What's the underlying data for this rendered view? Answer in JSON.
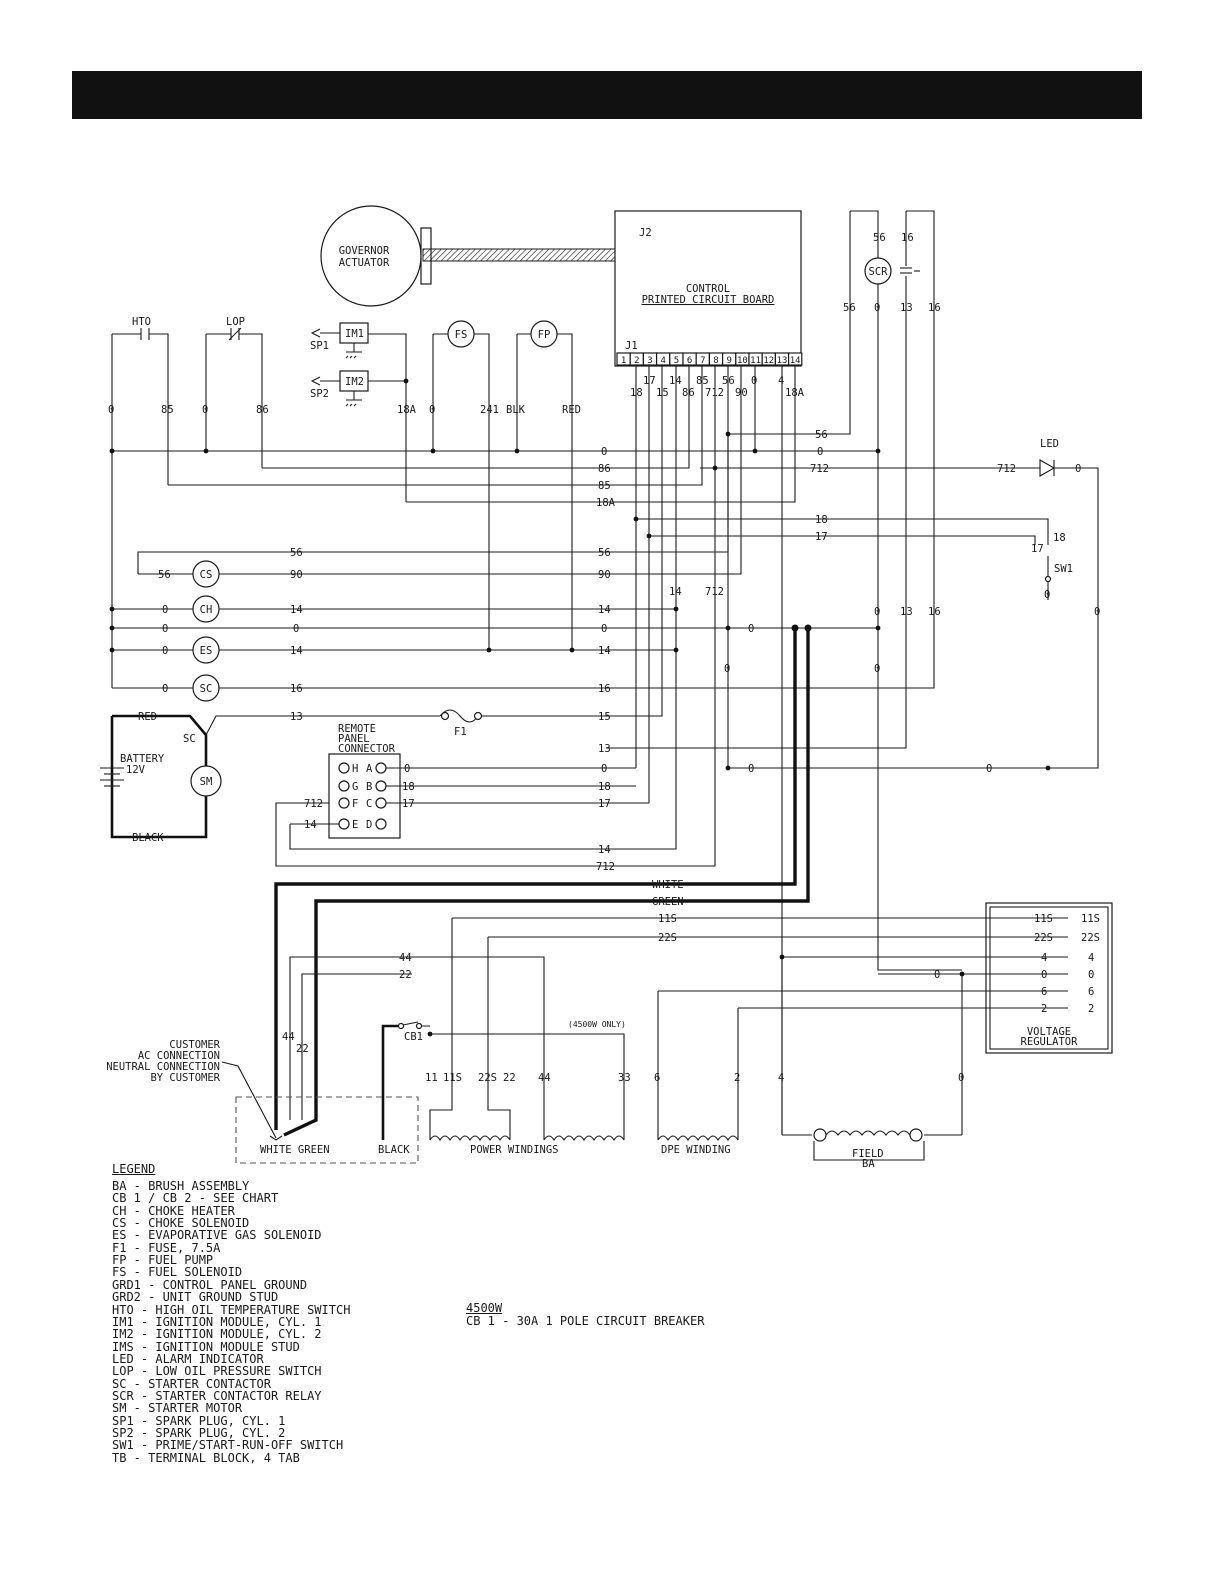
{
  "components": {
    "governor_actuator": [
      "GOVERNOR",
      "ACTUATOR"
    ],
    "control_board": [
      "CONTROL",
      "PRINTED CIRCUIT BOARD"
    ],
    "j1": "J1",
    "j2": "J2",
    "j1_pins": [
      "1",
      "2",
      "3",
      "4",
      "5",
      "6",
      "7",
      "8",
      "9",
      "10",
      "11",
      "12",
      "13",
      "14"
    ],
    "hto": "HTO",
    "lop": "LOP",
    "im1": "IM1",
    "im2": "IM2",
    "sp1": "SP1",
    "sp2": "SP2",
    "fs": "FS",
    "fp": "FP",
    "scr": "SCR",
    "led": "LED",
    "sw1": "SW1",
    "cs": "CS",
    "ch": "CH",
    "es": "ES",
    "sc": "SC",
    "sm": "SM",
    "battery": [
      "BATTERY",
      "12V"
    ],
    "f1": "F1",
    "remote_panel": [
      "REMOTE",
      "PANEL",
      "CONNECTOR"
    ],
    "remote_pins": [
      "H",
      "A",
      "G",
      "B",
      "F",
      "C",
      "E",
      "D"
    ],
    "voltage_regulator": [
      "VOLTAGE",
      "REGULATOR"
    ],
    "cb1": "CB1",
    "only_4500w": "(4500W ONLY)",
    "customer_note": [
      "CUSTOMER",
      "AC CONNECTION",
      "NEUTRAL CONNECTION",
      "BY CUSTOMER"
    ],
    "white_green": "WHITE GREEN",
    "black": "BLACK",
    "power_windings": "POWER WINDINGS",
    "dpe_winding": "DPE WINDING",
    "field_ba": [
      "FIELD",
      "BA"
    ]
  },
  "wire_labels": {
    "w0": "0",
    "w85": "85",
    "w86": "86",
    "w18a": "18A",
    "w241": "241",
    "blk": "BLK",
    "red": "RED",
    "w56": "56",
    "w16": "16",
    "w13": "13",
    "w17": "17",
    "w14": "14",
    "w15": "15",
    "w18": "18",
    "w712": "712",
    "w90": "90",
    "w4": "4",
    "white": "WHITE",
    "green": "GREEN",
    "w11s": "11S",
    "w22s": "22S",
    "w44": "44",
    "w22": "22",
    "w6": "6",
    "w2": "2",
    "w11": "11",
    "w33": "33",
    "red_batt": "RED",
    "black_batt": "BLACK"
  },
  "legend": {
    "title": "LEGEND",
    "entries": [
      "BA - BRUSH ASSEMBLY",
      "CB 1 / CB 2 - SEE CHART",
      "CH - CHOKE HEATER",
      "CS - CHOKE SOLENOID",
      "ES - EVAPORATIVE GAS SOLENOID",
      "F1 - FUSE, 7.5A",
      "FP - FUEL PUMP",
      "FS - FUEL SOLENOID",
      "GRD1 - CONTROL PANEL GROUND",
      "GRD2 - UNIT GROUND STUD",
      "HTO - HIGH OIL TEMPERATURE SWITCH",
      "IM1 - IGNITION MODULE, CYL. 1",
      "IM2 - IGNITION MODULE, CYL. 2",
      "IMS - IGNITION MODULE STUD",
      "LED - ALARM INDICATOR",
      "LOP - LOW OIL PRESSURE SWITCH",
      "SC - STARTER CONTACTOR",
      "SCR - STARTER CONTACTOR RELAY",
      "SM - STARTER MOTOR",
      "SP1 - SPARK PLUG, CYL. 1",
      "SP2 - SPARK PLUG, CYL. 2",
      "SW1 - PRIME/START-RUN-OFF SWITCH",
      "TB - TERMINAL BLOCK, 4 TAB"
    ]
  },
  "chart": {
    "title": "4500W",
    "line": "CB 1 - 30A 1 POLE CIRCUIT BREAKER"
  }
}
